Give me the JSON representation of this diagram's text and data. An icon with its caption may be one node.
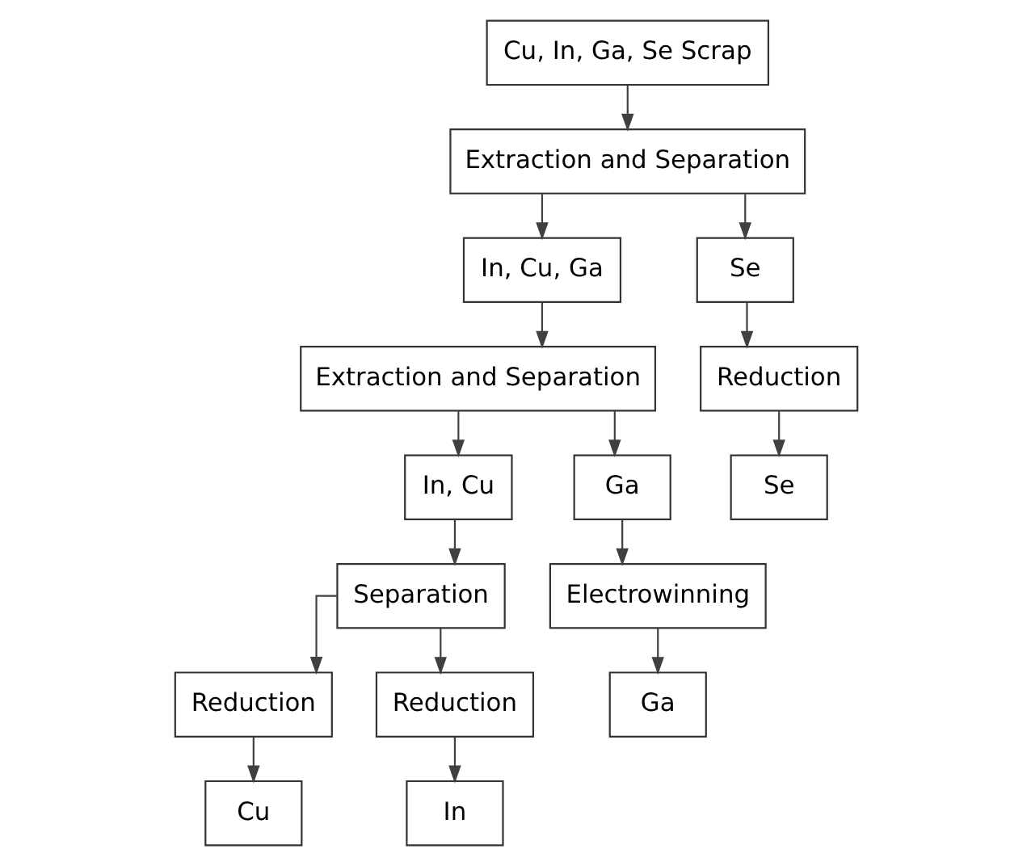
{
  "diagram": {
    "nodes": [
      {
        "text": [
          "Cu, In, Ga, Se Scrap"
        ]
      },
      {
        "text": [
          "Extraction and Separation"
        ]
      },
      {
        "text": [
          "In, Cu, Ga"
        ]
      },
      {
        "text": [
          "Se"
        ]
      },
      {
        "text": [
          "Extraction and Separation"
        ]
      },
      {
        "text": [
          "Reduction"
        ]
      },
      {
        "text": [
          "Se"
        ]
      },
      {
        "text": [
          "In, Cu"
        ]
      },
      {
        "text": [
          "Ga"
        ]
      },
      {
        "text": [
          "Separation"
        ]
      },
      {
        "text": [
          "Electrowinning"
        ]
      },
      {
        "text": [
          "Ga"
        ]
      },
      {
        "text": [
          "Reduction"
        ]
      },
      {
        "text": [
          "Reduction"
        ]
      },
      {
        "text": [
          "Cu"
        ]
      },
      {
        "text": [
          "In"
        ]
      }
    ],
    "edges": [
      {
        "from": 0,
        "to": 1,
        "arrow": "to"
      },
      {
        "from": 1,
        "to": 2,
        "arrow": "to"
      },
      {
        "from": 1,
        "to": 3,
        "arrow": "to"
      },
      {
        "from": 2,
        "to": 4,
        "arrow": "to"
      },
      {
        "from": 3,
        "to": 5,
        "arrow": "to"
      },
      {
        "from": 5,
        "to": 6,
        "arrow": "to"
      },
      {
        "from": 4,
        "to": 7,
        "arrow": "to"
      },
      {
        "from": 4,
        "to": 8,
        "arrow": "to"
      },
      {
        "from": 7,
        "to": 9,
        "arrow": "to"
      },
      {
        "from": 8,
        "to": 10,
        "arrow": "to"
      },
      {
        "from": 10,
        "to": 11,
        "arrow": "to"
      },
      {
        "from": 9,
        "to": 12,
        "arrow": "to"
      },
      {
        "from": 9,
        "to": 13,
        "arrow": "to"
      },
      {
        "from": 12,
        "to": 14,
        "arrow": "to"
      },
      {
        "from": 13,
        "to": 15,
        "arrow": "to"
      }
    ]
  }
}
